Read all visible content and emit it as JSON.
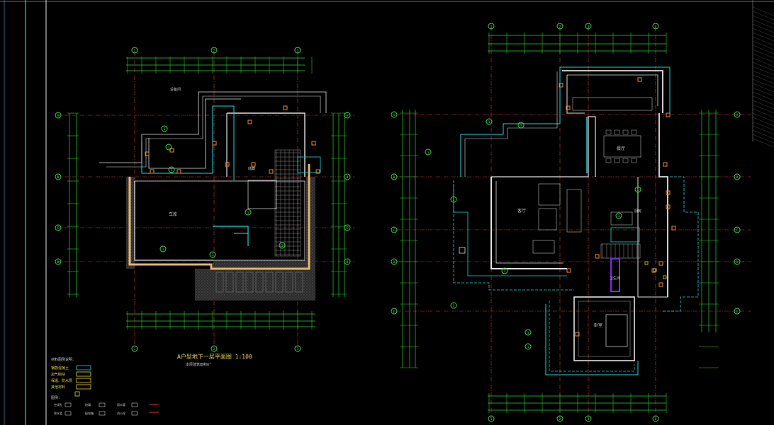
{
  "viewport": {
    "background": "#000000"
  },
  "colors": {
    "dim": "#2ad12f",
    "axis": "#d83a3a",
    "wall": "#e0e0e0",
    "wall2": "#e8b46a",
    "cyan": "#22d3d6",
    "hatch": "#7d7d7d",
    "yellow": "#e6d447",
    "purple": "#7a2de0",
    "marker": "#3fe04c"
  },
  "left_plan": {
    "title": "A户型地下一层平面图 1:100",
    "subtitle": "本层建筑面积m²",
    "axis_top": [
      "1",
      "2",
      "3"
    ],
    "axis_left": [
      "A",
      "B",
      "C",
      "D"
    ],
    "axis_right": [
      "A",
      "B",
      "C",
      "D"
    ],
    "room_labels": [
      "车库",
      "储藏",
      "设备间"
    ]
  },
  "right_plan": {
    "axis_top": [
      "1",
      "2",
      "3",
      "4"
    ],
    "axis_left": [
      "A",
      "B",
      "C",
      "D",
      "E"
    ],
    "axis_right": [
      "A",
      "B",
      "C",
      "D",
      "E"
    ],
    "room_labels": [
      "客厅",
      "餐厅",
      "卧室",
      "厨房",
      "卫生间"
    ]
  },
  "legend": {
    "header": "材料图例说明：",
    "rows": [
      "钢筋混凝土",
      "加气砌块",
      "保温、防水层",
      "其他材料"
    ],
    "notes_header": "图例：",
    "notes": [
      "空调孔",
      "地漏",
      "雨水管",
      "排水管",
      "配电箱",
      "消火栓"
    ]
  }
}
